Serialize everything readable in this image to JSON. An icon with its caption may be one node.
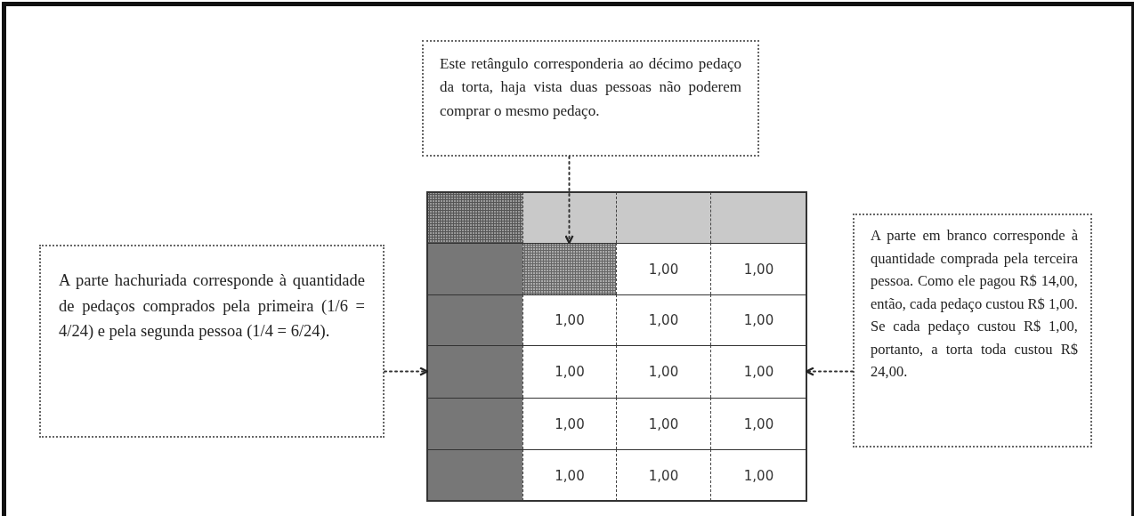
{
  "diagram": {
    "nodes": [
      {
        "text": [
          "Este retângulo corresponderia ao décimo pedaço da torta, haja vista duas pessoas não poderem comprar o mesmo pedaço."
        ]
      },
      {
        "text": [
          "A parte hachuriada corresponde à quantidade de pedaços comprados pela primeira (1/6 = 4/24) e pela segunda pessoa (1/4 = 6/24)."
        ]
      },
      {
        "text": [
          "A parte em branco corresponde à quantidade comprada pela terceira pessoa. Como ele pagou R$ 14,00, então, cada pedaço custou R$ 1,00. Se cada pedaço custou R$ 1,00, portanto, a torta toda custou R$ 24,00."
        ]
      },
      {
        "text": [],
        "shape": "box"
      },
      {
        "text": [],
        "shape": "box"
      },
      {
        "text": [
          "1,00"
        ]
      }
    ],
    "edges": [
      {
        "from": 0,
        "to": 3,
        "arrow": "to",
        "style": "dashed"
      },
      {
        "from": 1,
        "to": 4,
        "arrow": "to",
        "style": "dashed"
      },
      {
        "from": 2,
        "to": 5,
        "arrow": "to",
        "style": "dashed"
      }
    ],
    "labels": [
      "1,00",
      "1,00",
      "1,00",
      "1,00",
      "1,00",
      "1,00",
      "1,00",
      "1,00",
      "1,00",
      "1,00",
      "1,00",
      "1,00",
      "1,00"
    ]
  }
}
